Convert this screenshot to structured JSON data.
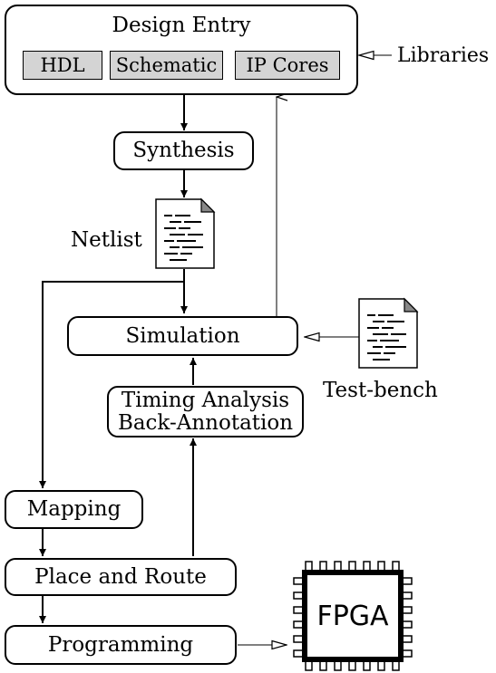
{
  "design_entry": {
    "title": "Design Entry",
    "sources": [
      "HDL",
      "Schematic",
      "IP Cores"
    ]
  },
  "libraries": "Libraries",
  "synthesis": "Synthesis",
  "netlist": "Netlist",
  "simulation": "Simulation",
  "testbench": "Test-bench",
  "timing": {
    "line1": "Timing Analysis",
    "line2": "Back-Annotation"
  },
  "mapping": "Mapping",
  "place_route": "Place and Route",
  "programming": "Programming",
  "fpga": "FPGA",
  "icons": {
    "netlist": "document-icon",
    "testbench": "document-icon",
    "fpga": "chip-icon"
  }
}
